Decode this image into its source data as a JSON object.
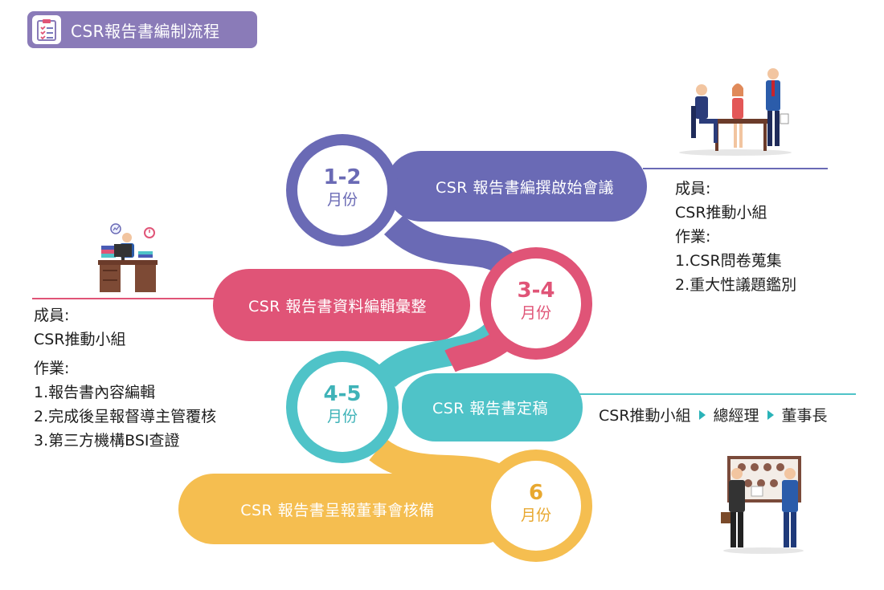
{
  "title": "CSR報告書編制流程",
  "icons": {
    "title": "checklist-icon"
  },
  "colors": {
    "step1": "#6a6ab5",
    "step2": "#e05477",
    "step3": "#4fc3c8",
    "step4": "#f5be50",
    "title_bg": "#8a7bb8"
  },
  "steps": [
    {
      "period_num": "1-2",
      "period_unit": "月份",
      "label": "CSR 報告書編撰啟始會議"
    },
    {
      "period_num": "3-4",
      "period_unit": "月份",
      "label": "CSR 報告書資料編輯彙整"
    },
    {
      "period_num": "4-5",
      "period_unit": "月份",
      "label": "CSR 報告書定稿"
    },
    {
      "period_num": "6",
      "period_unit": "月份",
      "label": "CSR 報告書呈報董事會核備"
    }
  ],
  "info_right": {
    "member_label": "成員:",
    "member": "CSR推動小組",
    "task_label": "作業:",
    "tasks": [
      "1.CSR問卷蒐集",
      "2.重大性議題鑑別"
    ]
  },
  "info_left": {
    "member_label": "成員:",
    "member": "CSR推動小組",
    "task_label": "作業:",
    "tasks": [
      "1.報告書內容編輯",
      "2.完成後呈報督導主管覆核",
      "3.第三方機構BSI查證"
    ]
  },
  "approval_chain": [
    "CSR推動小組",
    "總經理",
    "董事長"
  ]
}
